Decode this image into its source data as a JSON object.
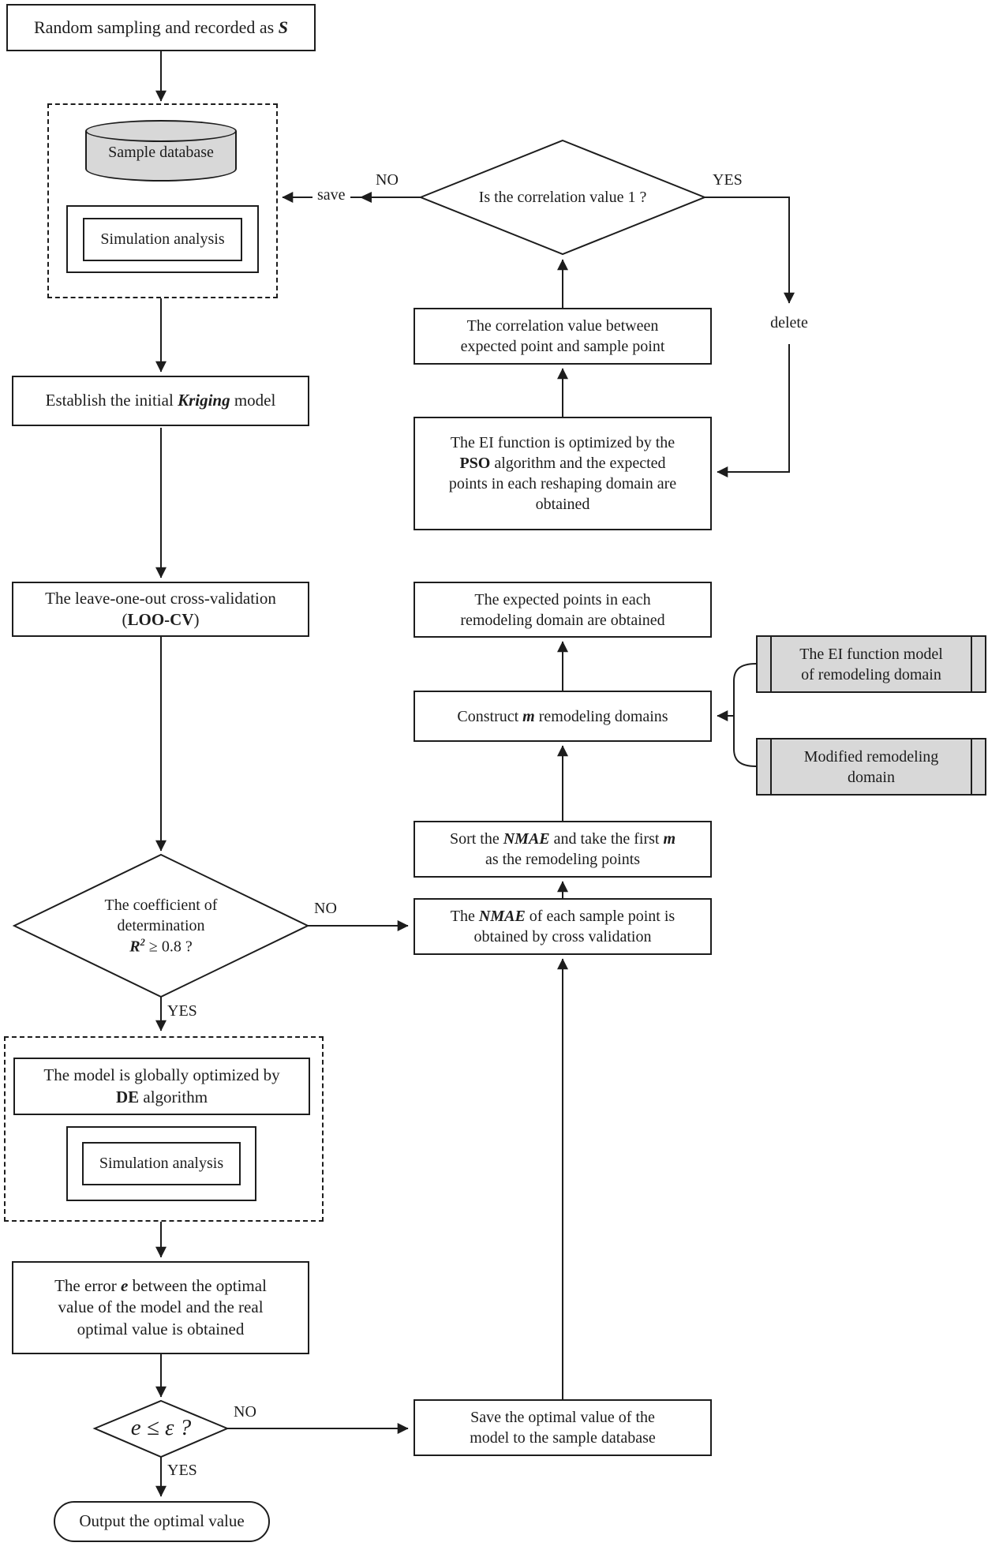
{
  "figure": {
    "type": "flowchart",
    "topic": "Kriging surrogate model optimization loop"
  },
  "colors": {
    "ink": "#1d1d1d",
    "fill_gray": "#d8d8d8",
    "bg": "#ffffff"
  },
  "labels": {
    "yes": "YES",
    "no": "NO",
    "save": "save",
    "delete": "delete"
  },
  "nodes": {
    "random": {
      "pre": "Random sampling and recorded as ",
      "em": "S"
    },
    "sample_db": {
      "label": "Sample database"
    },
    "sim1": {
      "label": "Simulation analysis"
    },
    "kriging": {
      "pre": "Establish the initial ",
      "em": "Kriging",
      "post": " model"
    },
    "loocv": {
      "line1": "The leave-one-out cross-validation",
      "l2pre": "(",
      "l2em": "LOO-CV",
      "l2post": ")"
    },
    "corr_diamond": {
      "label": "Is the correlation value 1 ?"
    },
    "corr_value": {
      "line1": "The correlation value between",
      "line2": "expected point and sample point"
    },
    "ei_pso": {
      "l1": "The EI function is optimized by the",
      "l2em": "PSO",
      "l2post": " algorithm and the expected",
      "l3": "points in each reshaping domain are",
      "l4": "obtained"
    },
    "expected": {
      "line1": "The expected points in each",
      "line2": "remodeling domain are obtained"
    },
    "construct": {
      "pre": "Construct ",
      "em": "m",
      "post": " remodeling domains"
    },
    "ei_model": {
      "line1": "The EI function model",
      "line2": "of remodeling domain"
    },
    "modified": {
      "line1": "Modified remodeling",
      "line2": "domain"
    },
    "sort": {
      "l1pre": "Sort the ",
      "l1em1": "NMAE",
      "l1mid": " and take the first ",
      "l1em2": "m",
      "line2": "as the remodeling points"
    },
    "nmae": {
      "l1pre": "The ",
      "l1em": "NMAE",
      "l1post": " of each sample point is",
      "line2": "obtained by cross validation"
    },
    "r2_diamond": {
      "line1": "The coefficient of",
      "line2": "determination",
      "em": "R",
      "sup": "2",
      "rest": " ≥ 0.8 ?"
    },
    "de_box": {
      "line1": "The model is globally optimized by",
      "l2em": "DE",
      "l2post": " algorithm"
    },
    "sim2": {
      "label": "Simulation analysis"
    },
    "error_box": {
      "l1pre": "The error ",
      "l1em": "e",
      "l1post": " between the optimal",
      "line2": "value of the model and the real",
      "line3": "optimal value is obtained"
    },
    "eps_diamond": {
      "label": "e ≤ ε ?"
    },
    "save_box": {
      "line1": "Save the optimal value of the",
      "line2": "model to the sample database"
    },
    "output": {
      "label": "Output the optimal value"
    }
  }
}
